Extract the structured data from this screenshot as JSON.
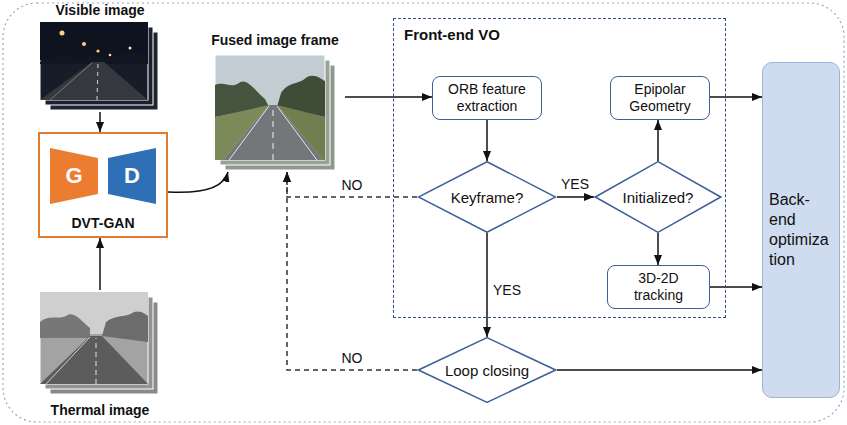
{
  "diagram": {
    "nodes": [
      {
        "text": [
          "Visible image"
        ]
      },
      {
        "text": [
          "DVT-GAN"
        ]
      },
      {
        "text": [
          "G"
        ],
        "in": 1
      },
      {
        "text": [
          "D"
        ],
        "in": 1
      },
      {
        "text": [
          "Thermal image"
        ]
      },
      {
        "text": [
          "Fused image frame"
        ]
      },
      {
        "text": [
          "Front-end VO"
        ]
      },
      {
        "text": [
          "ORB feature extraction"
        ],
        "in": 6
      },
      {
        "text": [
          "Epipolar Geometry"
        ],
        "in": 6
      },
      {
        "text": [
          "Keyframe?"
        ],
        "in": 6
      },
      {
        "text": [
          "Initialized?"
        ],
        "in": 6
      },
      {
        "text": [
          "3D-2D tracking"
        ],
        "in": 6
      },
      {
        "text": [
          "Loop closing"
        ]
      },
      {
        "text": [
          "Back-end optimization"
        ]
      }
    ],
    "edges": [
      {
        "from": 0,
        "to": 1,
        "arrow": "to"
      },
      {
        "from": 4,
        "to": 1,
        "arrow": "to"
      },
      {
        "from": 1,
        "to": 5,
        "arrow": "to"
      },
      {
        "from": 5,
        "to": 7,
        "arrow": "to"
      },
      {
        "from": 7,
        "to": 9,
        "arrow": "to"
      },
      {
        "from": 9,
        "to": 10,
        "label": "YES",
        "arrow": "to"
      },
      {
        "from": 9,
        "to": 5,
        "label": "NO",
        "arrow": "to"
      },
      {
        "from": 9,
        "to": 12,
        "label": "YES",
        "arrow": "to"
      },
      {
        "from": 10,
        "to": 8,
        "arrow": "to"
      },
      {
        "from": 10,
        "to": 11,
        "arrow": "to"
      },
      {
        "from": 8,
        "to": 13,
        "arrow": "to"
      },
      {
        "from": 11,
        "to": 13,
        "arrow": "to"
      },
      {
        "from": 12,
        "to": 5,
        "label": "NO",
        "arrow": "to"
      },
      {
        "from": 12,
        "to": 13,
        "arrow": "to"
      }
    ]
  }
}
